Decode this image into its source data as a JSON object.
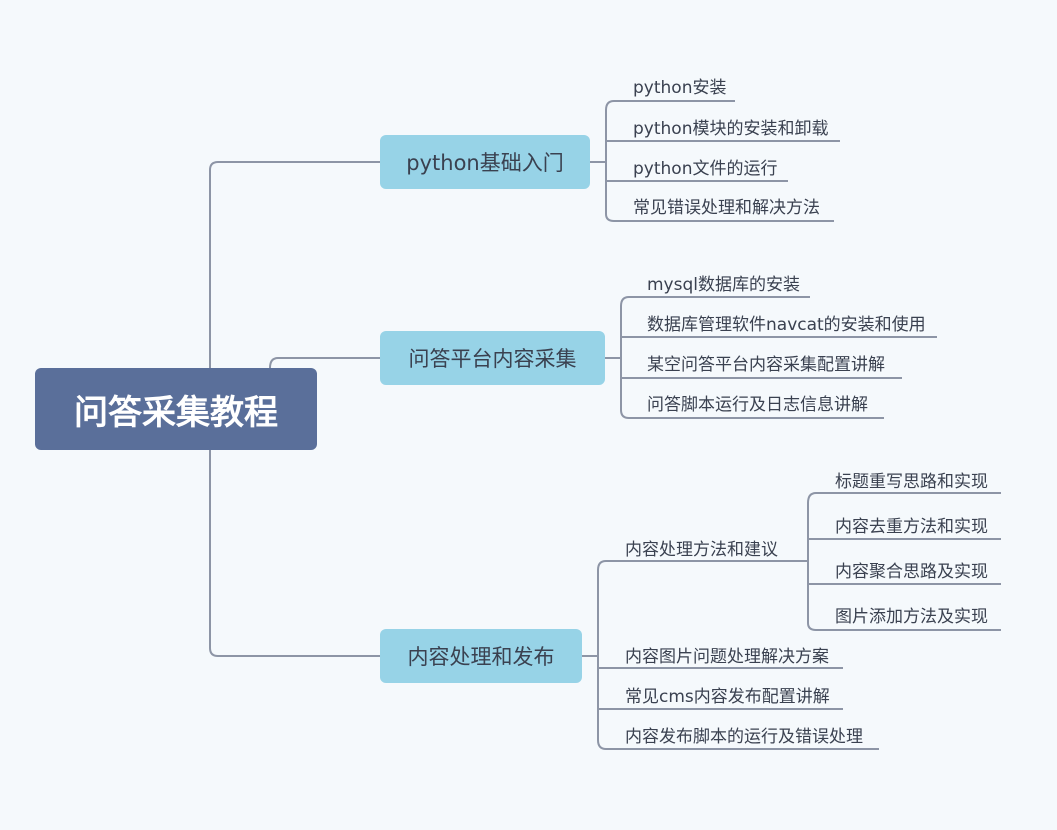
{
  "root": {
    "label": "问答采集教程"
  },
  "branches": [
    {
      "label": "python基础入门",
      "items": [
        "python安装",
        "python模块的安装和卸载",
        "python文件的运行",
        "常见错误处理和解决方法"
      ]
    },
    {
      "label": "问答平台内容采集",
      "items": [
        "mysql数据库的安装",
        "数据库管理软件navcat的安装和使用",
        "某空问答平台内容采集配置讲解",
        "问答脚本运行及日志信息讲解"
      ]
    },
    {
      "label": "内容处理和发布",
      "sub": {
        "label": "内容处理方法和建议",
        "items": [
          "标题重写思路和实现",
          "内容去重方法和实现",
          "内容聚合思路及实现",
          "图片添加方法及实现"
        ]
      },
      "items": [
        "内容图片问题处理解决方案",
        "常见cms内容发布配置讲解",
        "内容发布脚本的运行及错误处理"
      ]
    }
  ],
  "colors": {
    "root": "#5a6f9a",
    "branch": "#97d3e7",
    "line": "#8d95a6",
    "background": "#f5f9fc"
  }
}
